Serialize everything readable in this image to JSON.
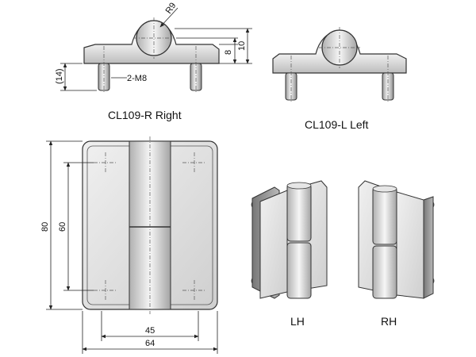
{
  "captions": {
    "right": "CL109-R Right",
    "left": "CL109-L Left",
    "lh": "LH",
    "rh": "RH"
  },
  "dimensions": {
    "radius": "R9",
    "h8": "8",
    "h10": "10",
    "h14": "(14)",
    "thread": "2-M8",
    "d80": "80",
    "d60": "60",
    "d45": "45",
    "d64": "64"
  }
}
